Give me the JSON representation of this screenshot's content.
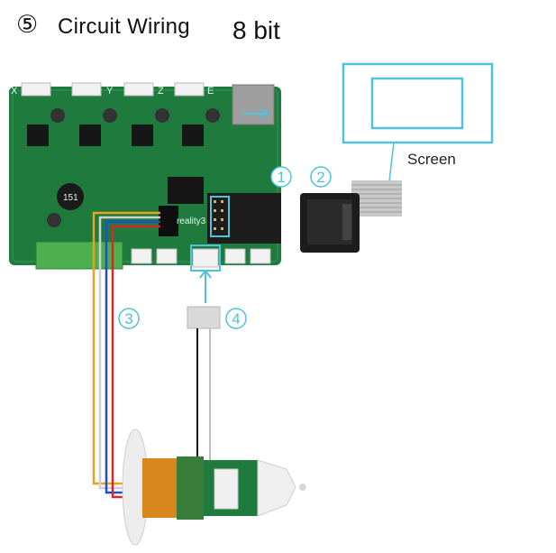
{
  "title": {
    "number": "⑤",
    "text": "Circuit Wiring",
    "bits": "8 bit"
  },
  "labels": {
    "screen": "Screen",
    "board_brand": "reality3",
    "inductor_code": "151",
    "axis_x": "X",
    "axis_y": "Y",
    "axis_z": "Z",
    "axis_e": "E"
  },
  "steps": [
    "1",
    "2",
    "3",
    "4"
  ],
  "colors": {
    "accent": "#4fc3d9",
    "pcb": "#1f7a3e",
    "wire_yellow": "#e8a21c",
    "wire_red": "#d62828",
    "wire_blue": "#1f4fd1",
    "wire_black": "#111111"
  },
  "icons": [
    "arrow-right-icon",
    "arrow-up-icon"
  ]
}
